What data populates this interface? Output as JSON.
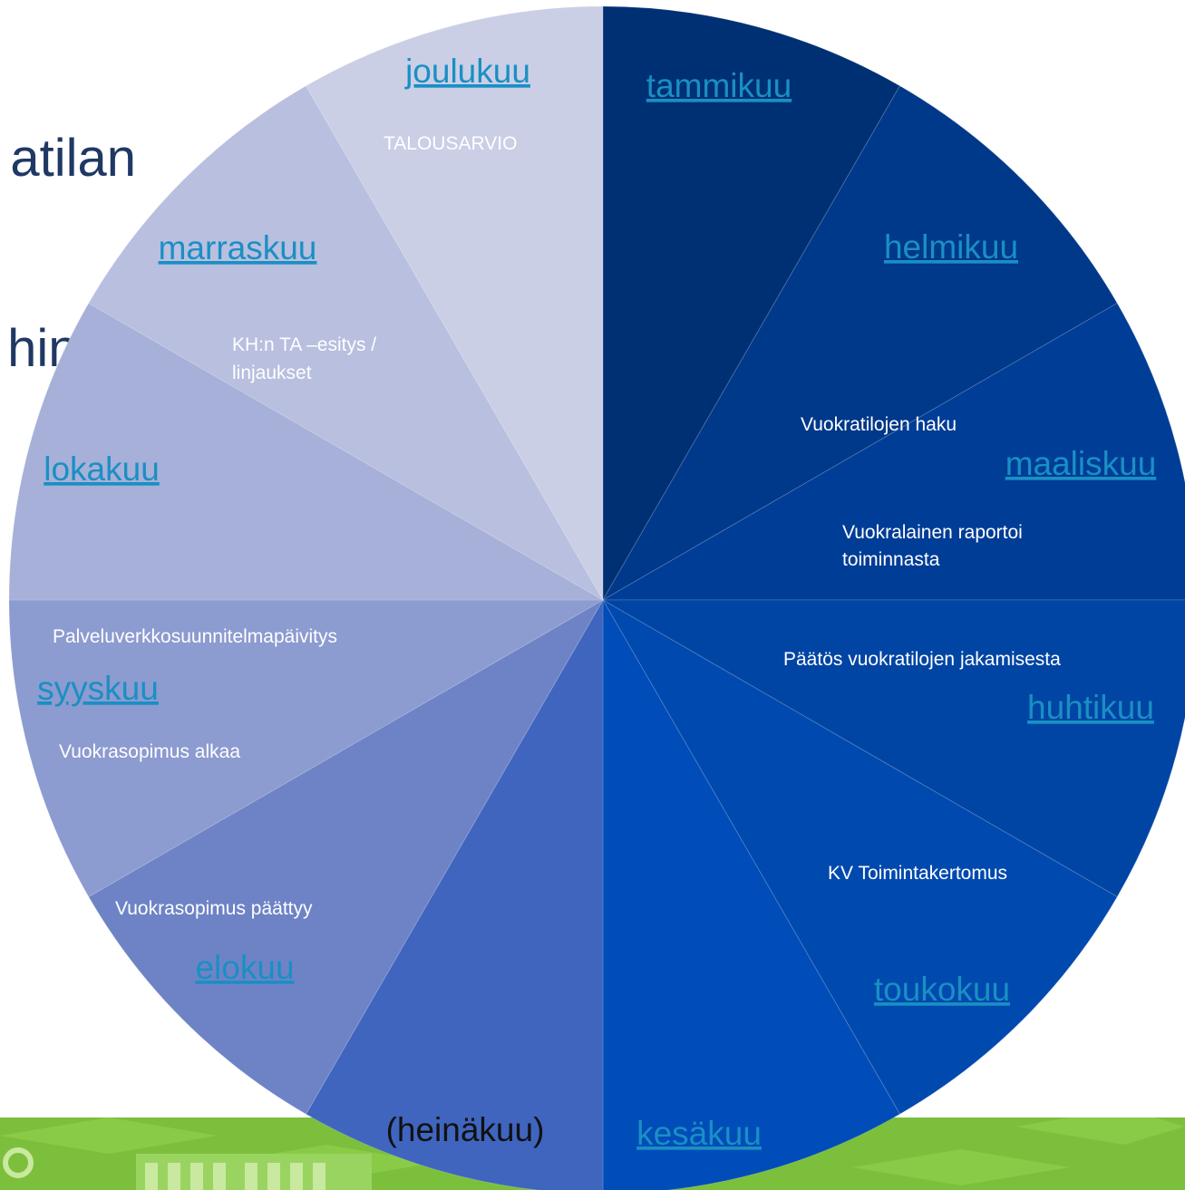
{
  "title": {
    "line1": "atilan",
    "line2": "hinen"
  },
  "colors": {
    "months": [
      "#003074",
      "#00388a",
      "#003d96",
      "#0045a4",
      "#0049ae",
      "#004cb8",
      "#3f65bf",
      "#6e83c6",
      "#8c9bd0",
      "#a6b0d8",
      "#b8bfdf",
      "#cacfe6"
    ],
    "link": "#1a8fc4",
    "banner": "#7cbf3c"
  },
  "months": [
    {
      "label": "tammikuu",
      "link": true
    },
    {
      "label": "helmikuu",
      "link": true
    },
    {
      "label": "maaliskuu",
      "link": true
    },
    {
      "label": "huhtikuu",
      "link": true
    },
    {
      "label": "toukokuu",
      "link": true
    },
    {
      "label": "kesäkuu",
      "link": true
    },
    {
      "label": "(heinäkuu)",
      "link": false
    },
    {
      "label": "elokuu",
      "link": true
    },
    {
      "label": "syyskuu",
      "link": true
    },
    {
      "label": "lokakuu",
      "link": true
    },
    {
      "label": "marraskuu",
      "link": true
    },
    {
      "label": "joulukuu",
      "link": true
    }
  ],
  "events": [
    {
      "lines": [
        "Vuokratilojen haku"
      ]
    },
    {
      "lines": [
        "Vuokralainen raportoi",
        "toiminnasta"
      ]
    },
    {
      "lines": [
        "Päätös vuokratilojen jakamisesta"
      ]
    },
    {
      "lines": [
        "KV Toimintakertomus"
      ]
    },
    {
      "lines": [
        "Vuokrasopimus päättyy"
      ]
    },
    {
      "lines": [
        "Vuokrasopimus alkaa"
      ]
    },
    {
      "lines": [
        "Palveluverkkosuunnitelmapäivitys"
      ]
    },
    {
      "lines": [
        "KH:n TA –esitys /",
        "linjaukset"
      ]
    },
    {
      "lines": [
        "TALOUSARVIO"
      ]
    }
  ]
}
